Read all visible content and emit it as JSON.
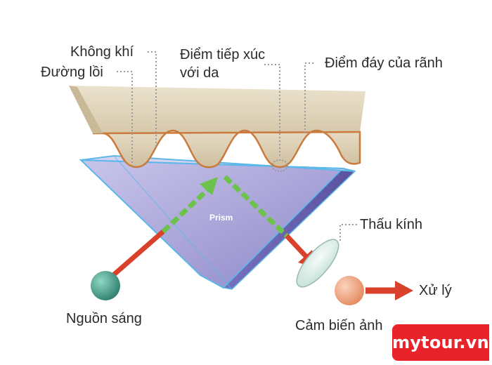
{
  "labels": {
    "air": "Không khí",
    "ridge": "Đường lồi",
    "contact_line1": "Điểm tiếp xúc",
    "contact_line2": "với da",
    "valley_bottom": "Điểm đáy của rãnh",
    "prism": "Prism",
    "lens": "Thấu kính",
    "process": "Xử lý",
    "light_source": "Nguồn sáng",
    "image_sensor": "Cảm biến ảnh"
  },
  "watermark": {
    "text": "mytour.vn"
  },
  "colors": {
    "skin": "#ddd0b6",
    "skin_outline": "#c97a3c",
    "prism": "#a9a4d6",
    "prism_edge": "#5bb8e8",
    "light_beam": "#d9412b",
    "reflected_beam": "#6cc24a",
    "light_source": "#3f9e8a",
    "sensor": "#f0a07a",
    "lens": "#d9efe9",
    "brand": "#e8232a"
  }
}
